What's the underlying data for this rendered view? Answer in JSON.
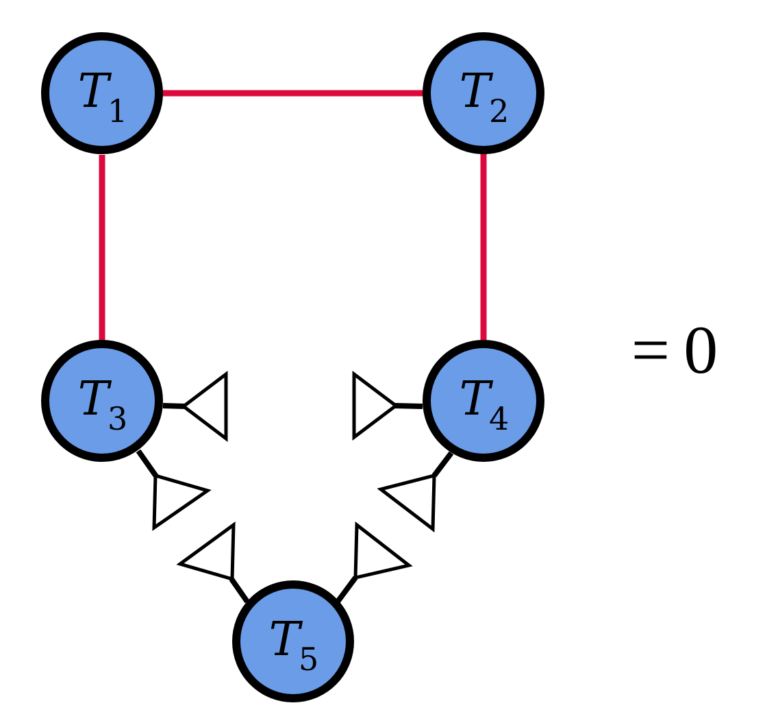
{
  "nodes": [
    {
      "id": "T1",
      "base": "T",
      "sub": "1"
    },
    {
      "id": "T2",
      "base": "T",
      "sub": "2"
    },
    {
      "id": "T3",
      "base": "T",
      "sub": "3"
    },
    {
      "id": "T4",
      "base": "T",
      "sub": "4"
    },
    {
      "id": "T5",
      "base": "T",
      "sub": "5"
    }
  ],
  "edges": [
    {
      "from": "T1",
      "to": "T2"
    },
    {
      "from": "T1",
      "to": "T3"
    },
    {
      "from": "T2",
      "to": "T4"
    }
  ],
  "open_legs": [
    "T3",
    "T4",
    "T3",
    "T4",
    "T5",
    "T5"
  ],
  "equation": {
    "equals": "=",
    "value": "0"
  },
  "colors": {
    "node_fill": "#6a9ce8",
    "node_stroke": "#000000",
    "edge": "#dc0a3c",
    "background": "#ffffff"
  }
}
